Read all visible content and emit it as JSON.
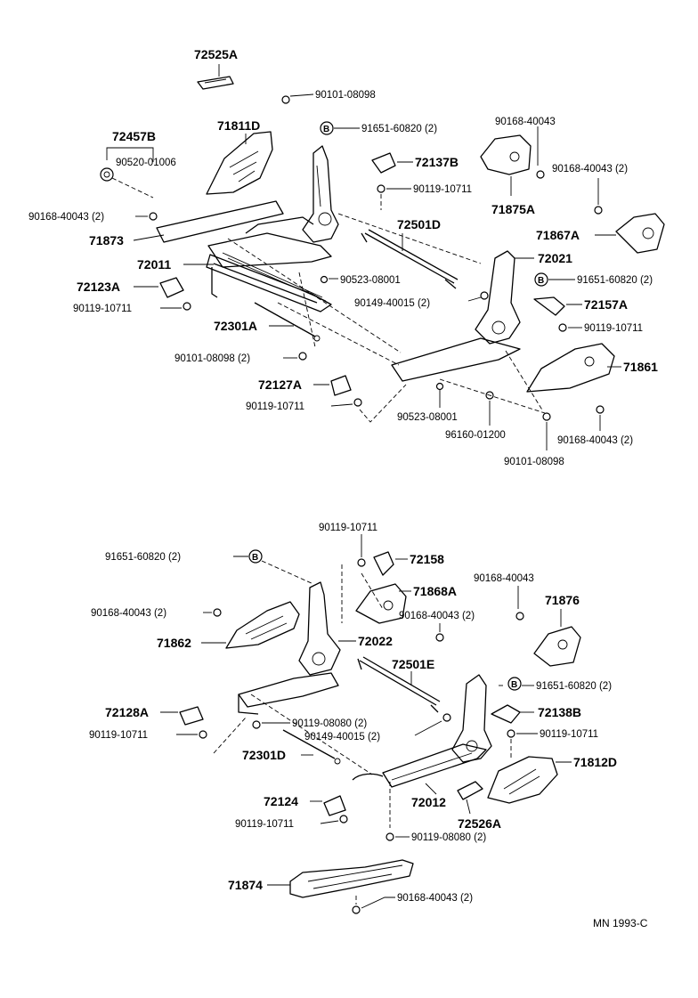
{
  "diagram": {
    "footer_code": "MN 1993-C",
    "circle_marker": "B",
    "upper": {
      "labels": {
        "p72525A": "72525A",
        "p90101_08098_top": "90101-08098",
        "p71811D": "71811D",
        "p91651_60820_top": "91651-60820 (2)",
        "p90168_40043_top": "90168-40043",
        "p72457B": "72457B",
        "p90520_01006": "90520-01006",
        "p72137B": "72137B",
        "p90168_40043_2_right": "90168-40043 (2)",
        "p90119_10711_mid": "90119-10711",
        "p71875A": "71875A",
        "p90168_40043_2_left": "90168-40043 (2)",
        "p72501D": "72501D",
        "p71873": "71873",
        "p71867A": "71867A",
        "p72011": "72011",
        "p72021": "72021",
        "p90523_08001_a": "90523-08001",
        "p91651_60820_right": "91651-60820 (2)",
        "p72123A": "72123A",
        "p90149_40015": "90149-40015 (2)",
        "p72157A": "72157A",
        "p90119_10711_left": "90119-10711",
        "p90119_10711_right": "90119-10711",
        "p72301A": "72301A",
        "p90101_08098_2": "90101-08098 (2)",
        "p71861": "71861",
        "p72127A": "72127A",
        "p90119_10711_low": "90119-10711",
        "p90523_08001_b": "90523-08001",
        "p96160_01200": "96160-01200",
        "p90168_40043_2_low": "90168-40043 (2)",
        "p90101_08098_bottom": "90101-08098"
      }
    },
    "lower": {
      "labels": {
        "p90119_10711_top": "90119-10711",
        "p91651_60820_left": "91651-60820 (2)",
        "p72158": "72158",
        "p71868A": "71868A",
        "p90168_40043_right": "90168-40043",
        "p90168_40043_2_left": "90168-40043 (2)",
        "p90168_40043_2_mid": "90168-40043 (2)",
        "p71876": "71876",
        "p71862": "71862",
        "p72022": "72022",
        "p72501E": "72501E",
        "p91651_60820_right": "91651-60820 (2)",
        "p72128A": "72128A",
        "p72138B": "72138B",
        "p90119_08080_2_a": "90119-08080 (2)",
        "p90149_40015": "90149-40015 (2)",
        "p90119_10711_left": "90119-10711",
        "p90119_10711_right": "90119-10711",
        "p72301D": "72301D",
        "p71812D": "71812D",
        "p72012": "72012",
        "p72124": "72124",
        "p72526A": "72526A",
        "p90119_10711_low": "90119-10711",
        "p90119_08080_2_b": "90119-08080 (2)",
        "p71874": "71874",
        "p90168_40043_2_bottom": "90168-40043 (2)"
      }
    }
  }
}
